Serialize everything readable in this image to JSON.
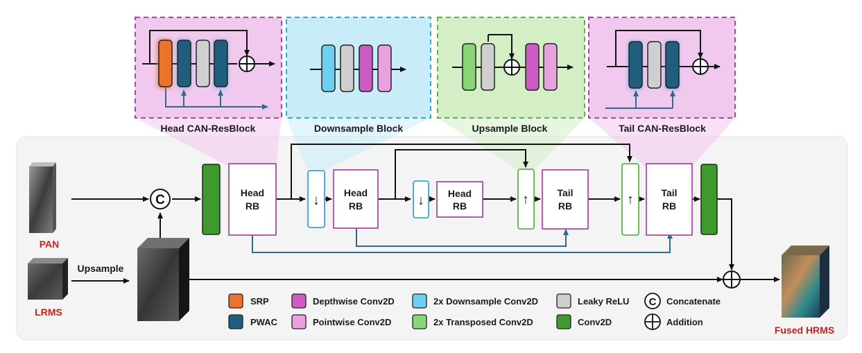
{
  "blocks": {
    "head_can_resblock": "Head CAN-ResBlock",
    "downsample_block": "Downsample Block",
    "upsample_block": "Upsample Block",
    "tail_can_resblock": "Tail CAN-ResBlock"
  },
  "inputs": {
    "pan": "PAN",
    "lrms": "LRMS",
    "upsample": "Upsample",
    "output": "Fused HRMS"
  },
  "main": {
    "head_rb_1_line1": "Head",
    "head_rb_1_line2": "RB",
    "head_rb_2_line1": "Head",
    "head_rb_2_line2": "RB",
    "head_rb_3_line1": "Head",
    "head_rb_3_line2": "RB",
    "tail_rb_1_line1": "Tail",
    "tail_rb_1_line2": "RB",
    "tail_rb_2_line1": "Tail",
    "tail_rb_2_line2": "RB",
    "concat_symbol": "C",
    "down_arrow": "↓",
    "up_arrow": "↑"
  },
  "legend": {
    "srp": "SRP",
    "pwac": "PWAC",
    "depthwise": "Depthwise Conv2D",
    "pointwise": "Pointwise Conv2D",
    "down_conv": "2x Downsample Conv2D",
    "transposed": "2x Transposed Conv2D",
    "leaky": "Leaky ReLU",
    "conv2d": "Conv2D",
    "concatenate": "Concatenate",
    "addition": "Addition",
    "concat_symbol": "C"
  },
  "colors": {
    "srp": "#e8742d",
    "pwac": "#1f5e7d",
    "depthwise": "#cc5cc4",
    "pointwise": "#e7a2df",
    "down_conv": "#6cd0f0",
    "transposed": "#8bd47a",
    "leaky": "#cfcfcf",
    "conv2d": "#3e9a2c",
    "head_panel": "#f2c9ee",
    "down_panel": "#c9ecf9",
    "up_panel": "#d4efc6",
    "arrow_blue": "#2d6b8a",
    "label_red": "#c0241f"
  }
}
